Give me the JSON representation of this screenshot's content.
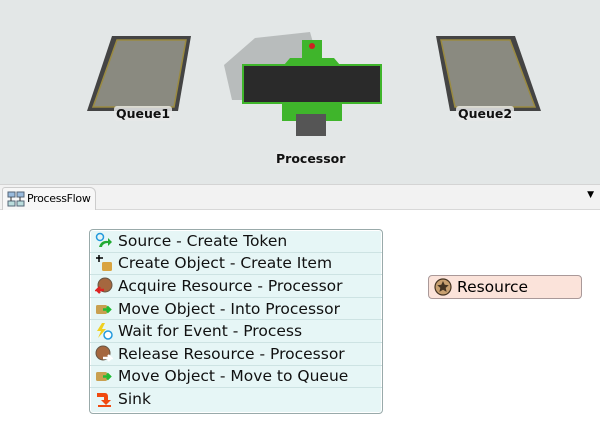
{
  "model": {
    "objects": [
      {
        "name": "Queue1",
        "type": "queue"
      },
      {
        "name": "Processor",
        "type": "processor"
      },
      {
        "name": "Queue2",
        "type": "queue"
      }
    ]
  },
  "panel": {
    "tab_label": "ProcessFlow",
    "dropdown_icon": "triangle-down"
  },
  "process_flow": {
    "activities": [
      {
        "label": "Source - Create Token",
        "icon": "source-icon"
      },
      {
        "label": "Create Object - Create Item",
        "icon": "create-object-icon"
      },
      {
        "label": "Acquire Resource - Processor",
        "icon": "acquire-resource-icon"
      },
      {
        "label": "Move Object - Into Processor",
        "icon": "move-object-icon"
      },
      {
        "label": "Wait for Event - Process",
        "icon": "wait-event-icon"
      },
      {
        "label": "Release Resource - Processor",
        "icon": "release-resource-icon"
      },
      {
        "label": "Move Object - Move to Queue",
        "icon": "move-object-icon"
      },
      {
        "label": "Sink",
        "icon": "sink-icon"
      }
    ],
    "resource": {
      "label": "Resource",
      "icon": "resource-icon"
    }
  },
  "colors": {
    "list_bg": "#e6f6f6",
    "resource_bg": "#fbe3da",
    "processor_green": "#3fb52b"
  }
}
